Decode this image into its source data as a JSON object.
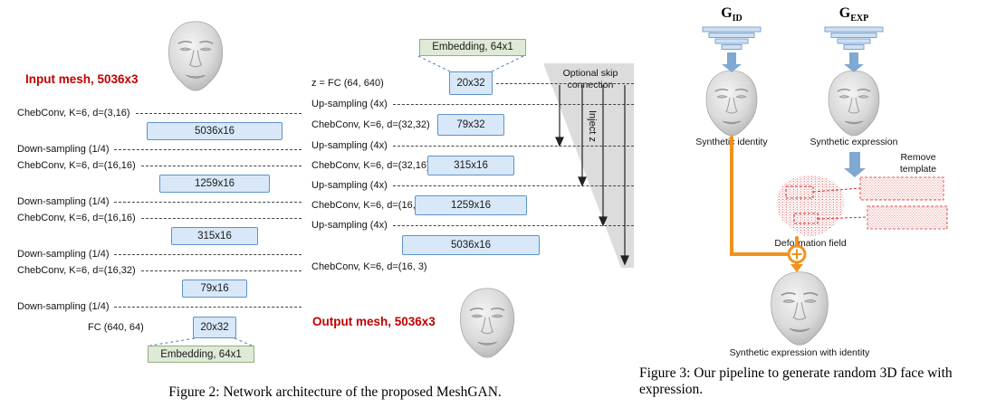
{
  "figure2": {
    "caption": "Figure 2: Network architecture of the proposed MeshGAN.",
    "input_mesh_label": "Input mesh, 5036x3",
    "output_mesh_label": "Output mesh, 5036x3",
    "encoder": {
      "conv1": "ChebConv, K=6, d=(3,16)",
      "box1": "5036x16",
      "down1": "Down-sampling (1/4)",
      "conv2": "ChebConv, K=6, d=(16,16)",
      "box2": "1259x16",
      "down2": "Down-sampling (1/4)",
      "conv3": "ChebConv, K=6, d=(16,16)",
      "box3": "315x16",
      "down3": "Down-sampling (1/4)",
      "conv4": "ChebConv, K=6, d=(16,32)",
      "box4": "79x16",
      "down4": "Down-sampling (1/4)",
      "fc": "FC (640, 64)",
      "fc_box": "20x32",
      "embedding": "Embedding, 64x1"
    },
    "decoder": {
      "embedding": "Embedding, 64x1",
      "fc": "z = FC (64, 640)",
      "fc_box": "20x32",
      "up1": "Up-sampling (4x)",
      "conv1": "ChebConv, K=6, d=(32,32)",
      "box1": "79x32",
      "up2": "Up-sampling (4x)",
      "conv2": "ChebConv, K=6, d=(32,16)",
      "box2": "315x16",
      "up3": "Up-sampling (4x)",
      "conv3": "ChebConv, K=6, d=(16,16)",
      "box3": "1259x16",
      "up4": "Up-sampling (4x)",
      "box4": "5036x16",
      "conv4": "ChebConv, K=6, d=(16, 3)",
      "skip": "Optional skip connection",
      "inject": "Inject z"
    }
  },
  "figure3": {
    "caption": "Figure 3: Our pipeline to generate random 3D face with expression.",
    "gid": {
      "main": "G",
      "sub": "ID"
    },
    "gexp": {
      "main": "G",
      "sub": "EXP"
    },
    "synthetic_identity": "Synthetic identity",
    "synthetic_expression": "Synthetic expression",
    "remove_template": "Remove template",
    "deformation_field": "Deformation field",
    "result": "Synthetic expression with identity"
  },
  "colors": {
    "feature_box_fill": "#d9e8f8",
    "feature_box_border": "#5e93c8",
    "embedding_fill": "#dfead6",
    "embedding_border": "#93ad81",
    "mesh_label_red": "#c00000",
    "pipeline_orange": "#f2921d",
    "arrow_blue": "#7fa9d2",
    "skip_region_gray": "#dcdcdc",
    "deformation_red": "#d03030"
  }
}
